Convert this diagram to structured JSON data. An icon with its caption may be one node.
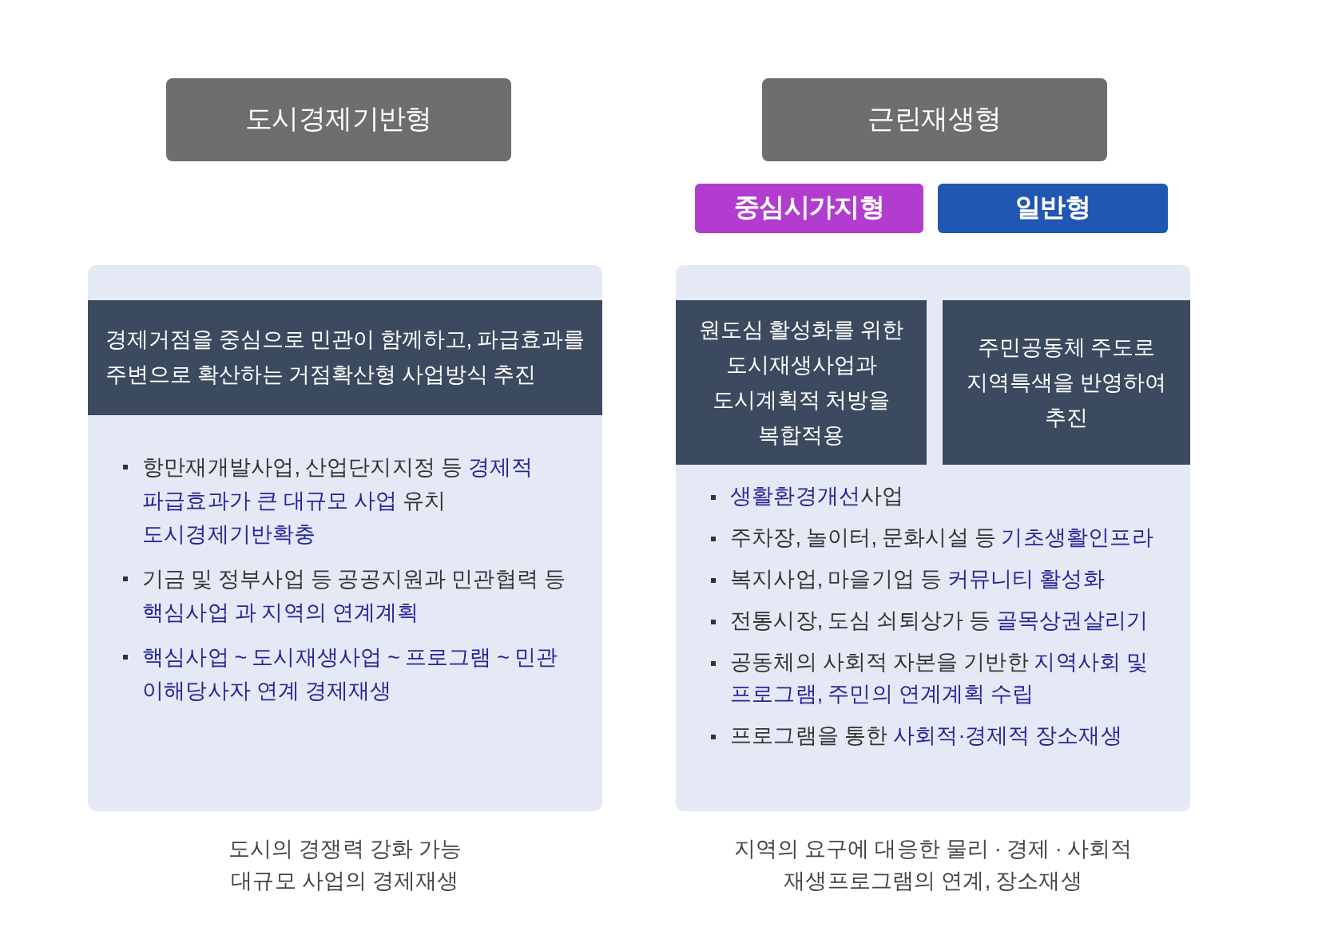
{
  "diagram": {
    "nodes": [
      {
        "text": [
          "도시경제기반형"
        ]
      },
      {
        "text": [
          "근린재생형"
        ]
      },
      {
        "text": [
          "중심시가지형"
        ]
      },
      {
        "text": [
          "일반형"
        ]
      },
      {
        "text": [
          "항만재개발사업, 산업단지지정 등 **경제적 파급효과가 큰 대규모 사업** 유치 **도시경제기반확충**",
          "기금 및 정부사업 등 공공지원과 민관협력 등 **핵심사업 과 지역의 연계계획**",
          "**핵심사업 ~ 도시재생사업 ~ 프로그램 ~ 민관 이해당사자 연계 경제재생**"
        ],
        "beside": [
          "도시의 경쟁력 강화 가능 대규모 사업의 경제재생"
        ]
      },
      {
        "text": [
          "경제거점을 중심으로 민관이 함께하고, 파급효과를 주변으로 확산하는 거점확산형 사업방식 추진"
        ],
        "in": 4
      },
      {
        "text": [
          "**생활환경개선**사업",
          "주차장, 놀이터, 문화시설 등 **기초생활인프라**",
          "복지사업, 마을기업 등 **커뮤니티 활성화**",
          "전통시장, 도심 쇠퇴상가 등 **골목상권살리기**",
          "공동체의 사회적 자본을 기반한 **지역사회 및 프로그램, 주민의 연계계획 수립**",
          "프로그램을 통한 **사회적·경제적 장소재생**"
        ],
        "beside": [
          "지역의 요구에 대응한 물리 · 경제 · 사회적 재생프로그램의 연계, 장소재생"
        ]
      },
      {
        "text": [
          "원도심 활성화를 위한 도시재생사업과 도시계획적 처방을 복합적용"
        ],
        "in": 6
      },
      {
        "text": [
          "주민공동체 주도로 지역특색을 반영하여 추진"
        ],
        "in": 6
      }
    ]
  }
}
